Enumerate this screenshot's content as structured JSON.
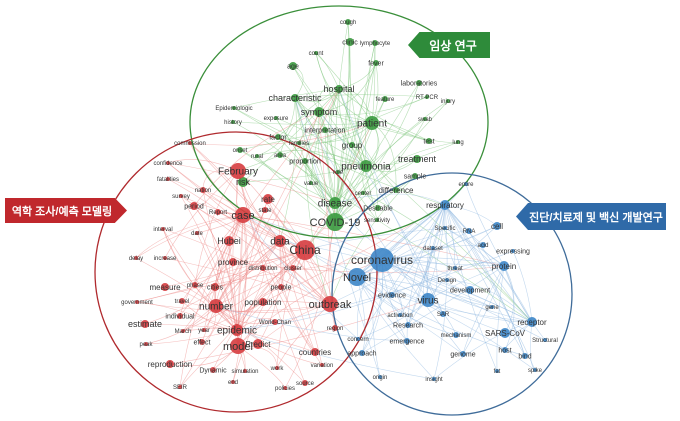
{
  "clusters": [
    {
      "id": "clinical",
      "label": "임상 연구",
      "color": "#3a9a3e",
      "nodes": [
        "cough",
        "clinic",
        "lymphocyte",
        "count",
        "age",
        "fever",
        "laboratories",
        "hospital",
        "characteristic",
        "feature",
        "RT-PCR",
        "injury",
        "Epidemiologic",
        "symptom",
        "patient",
        "swab",
        "history",
        "exposure",
        "interpretation",
        "factor",
        "families",
        "group",
        "test",
        "lung",
        "onset",
        "rural",
        "area",
        "proportion",
        "treatment",
        "pneumonia",
        "role",
        "sample",
        "value",
        "disease",
        "COVID-19",
        "difference",
        "center",
        "Desirable",
        "sensitivity",
        "risk"
      ]
    },
    {
      "id": "epidemiology",
      "label": "역학 조사/예측 모델링",
      "color": "#d63c3f",
      "nodes": [
        "February",
        "commission",
        "confidence",
        "fatalities",
        "nation",
        "survey",
        "period",
        "Report",
        "rate",
        "case",
        "state",
        "interval",
        "date",
        "Hubei",
        "data",
        "China",
        "delay",
        "increase",
        "province",
        "distribution",
        "cluster",
        "measure",
        "phase",
        "cities",
        "people",
        "government",
        "travel",
        "number",
        "population",
        "outbreak",
        "individual",
        "estimate",
        "World-Chan",
        "March",
        "year",
        "epidemic",
        "region",
        "peak",
        "effect",
        "model",
        "Predict",
        "countries",
        "reproduction",
        "Dynamic",
        "simulation",
        "work",
        "variation",
        "end",
        "source",
        "SEIR",
        "policies"
      ]
    },
    {
      "id": "diagnosis",
      "label": "진단/치료제 및 백신 개발연구",
      "color": "#3d86c8",
      "nodes": [
        "entire",
        "respiratory",
        "cell",
        "Specific",
        "RNA",
        "acid",
        "dataset",
        "coronavirus",
        "expressing",
        "protein",
        "Novel",
        "threat",
        "Design",
        "development",
        "evidence",
        "virus",
        "gene",
        "SAR",
        "activation",
        "Research",
        "receptor",
        "mechanism",
        "SARS-CoV",
        "Structural",
        "concern",
        "emergence",
        "approach",
        "genome",
        "host",
        "bind",
        "origin",
        "insight",
        "fat",
        "spike"
      ]
    }
  ]
}
